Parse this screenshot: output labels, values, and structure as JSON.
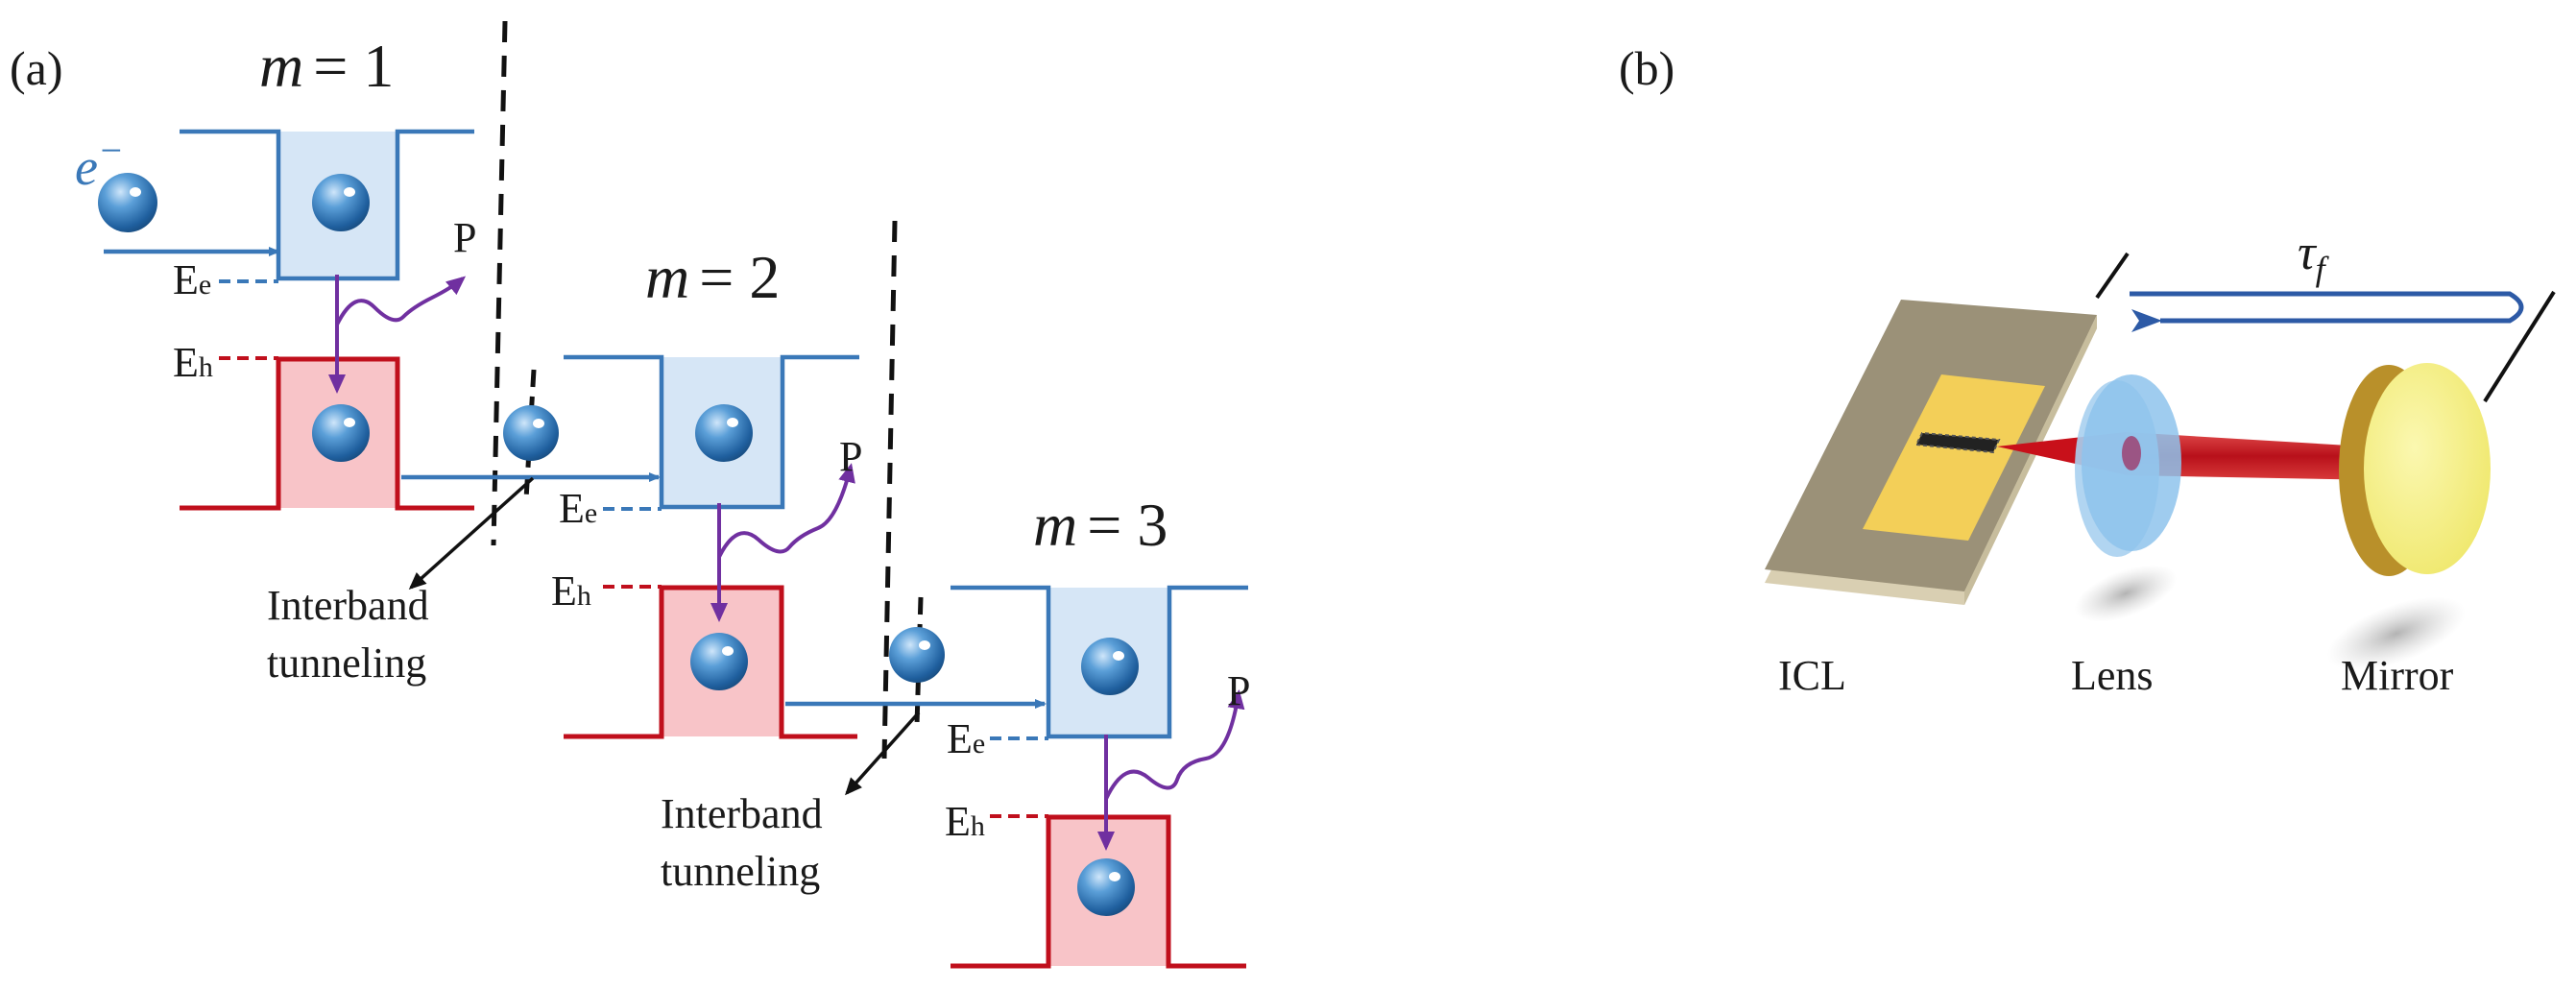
{
  "panel_a": {
    "label": "(a)",
    "electron_label": "e",
    "electron_sup": "−",
    "stages": [
      {
        "m_var": "m",
        "m_value": "= 1"
      },
      {
        "m_var": "m",
        "m_value": "= 2"
      },
      {
        "m_var": "m",
        "m_value": "= 3"
      }
    ],
    "ee_main": "E",
    "ee_sub": "e",
    "eh_main": "E",
    "eh_sub": "h",
    "photon_label": "P",
    "tunnel_line1": "Interband",
    "tunnel_line2": "tunneling"
  },
  "panel_b": {
    "label": "(b)",
    "tau_main": "τ",
    "tau_sub": "f",
    "icl_label": "ICL",
    "lens_label": "Lens",
    "mirror_label": "Mirror"
  },
  "colors": {
    "conduction_band": "#3a78b8",
    "conduction_fill": "#d6e6f6",
    "valence_band": "#c00f1c",
    "valence_fill": "#f8c4c8",
    "transition": "#7030a0",
    "laser_beam": "#c8101a",
    "mirror": "#f5f07a",
    "lens": "#8ec3ec",
    "chip": "#f3cf58",
    "substrate": "#9b9178"
  }
}
